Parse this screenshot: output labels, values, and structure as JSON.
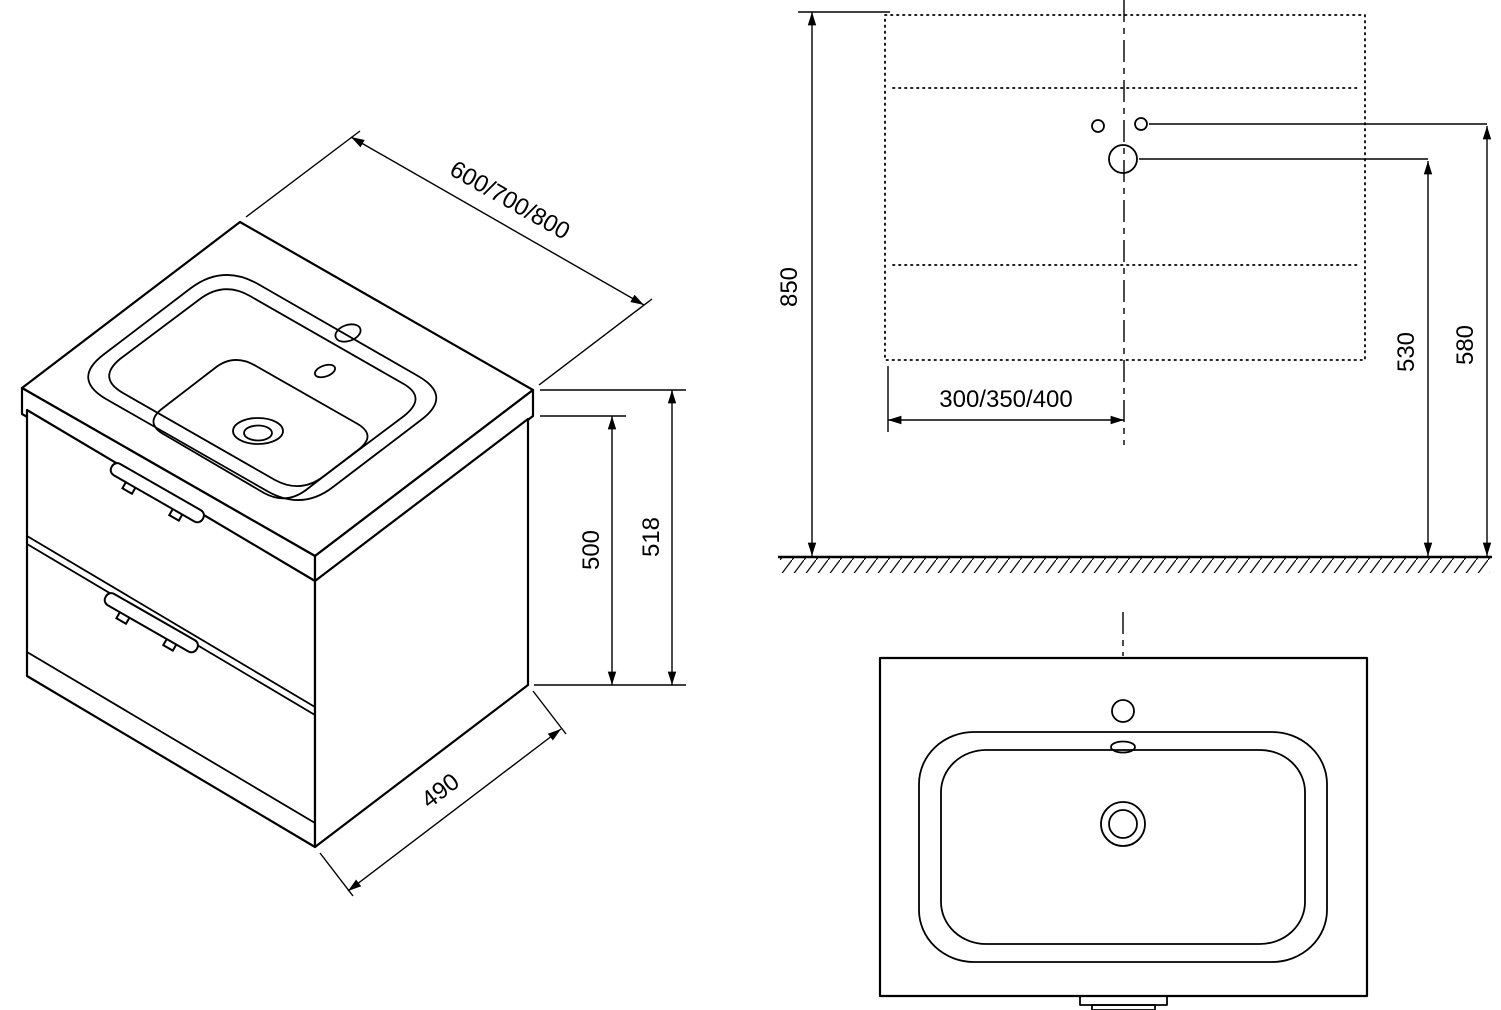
{
  "drawing": {
    "iso": {
      "width": "600/700/800",
      "total_height": "518",
      "cabinet_height": "500",
      "depth": "490"
    },
    "front": {
      "height_from_floor": "850",
      "faucet_height": "530",
      "holes_height": "580",
      "center_offset": "300/350/400"
    }
  }
}
